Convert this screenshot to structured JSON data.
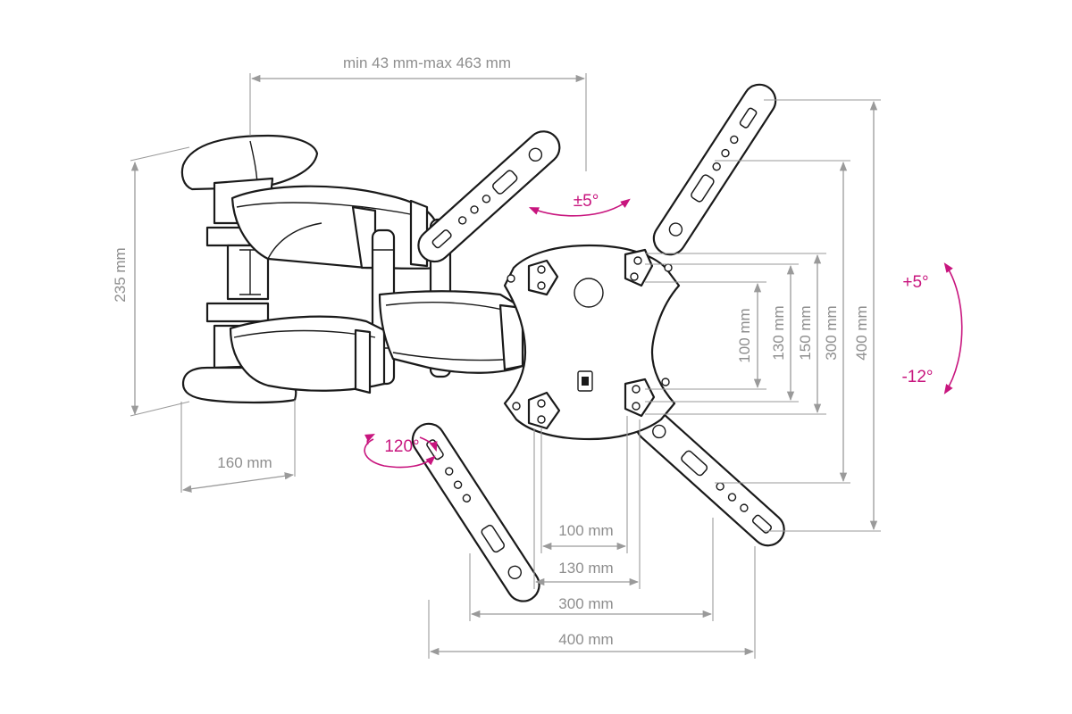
{
  "labels": {
    "arm_extension": "min 43 mm-max 463 mm",
    "wall_plate_height": "235 mm",
    "wall_plate_width": "160 mm",
    "v_100": "100 mm",
    "v_130": "130 mm",
    "v_150": "150 mm",
    "v_300": "300 mm",
    "v_400": "400 mm",
    "h_100": "100 mm",
    "h_130": "130 mm",
    "h_300": "300 mm",
    "h_400": "400 mm",
    "swivel": "120°",
    "rotation": "±5°",
    "tilt_up": "+5°",
    "tilt_down": "-12°"
  },
  "colors": {
    "accent": "#c8157e",
    "dimension": "#9a9a9a",
    "outline": "#1a1a1a"
  },
  "icons": {
    "swivel": "rotate-arrows-icon",
    "rotation": "curved-double-arrow-icon",
    "tilt": "curved-double-arrow-icon"
  }
}
